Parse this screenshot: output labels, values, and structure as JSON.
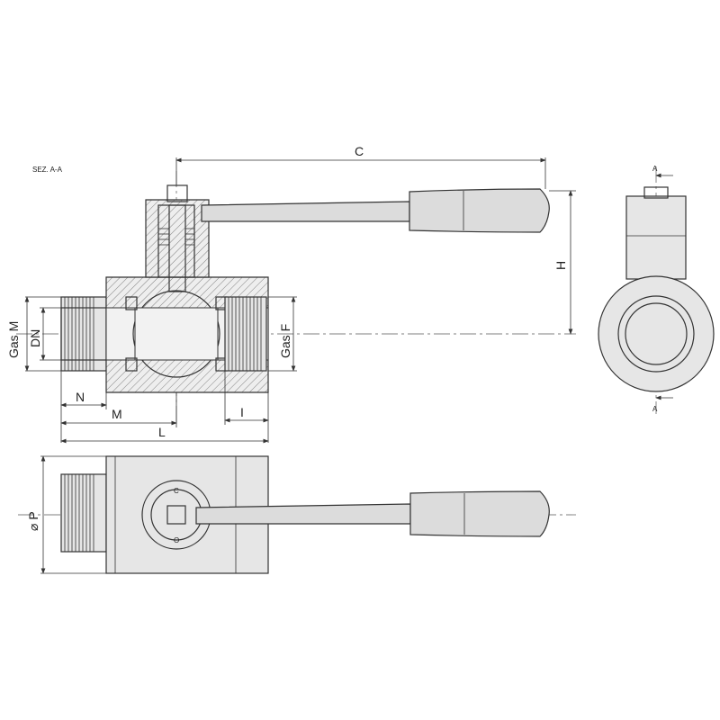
{
  "section_title": "SEZ. A-A",
  "section_marker": "A",
  "dimensions": {
    "C": "C",
    "H": "H",
    "gas_m": "Gas M",
    "dn": "DN",
    "gas_f": "Gas F",
    "n": "N",
    "m": "M",
    "i": "I",
    "l": "L",
    "diameter_p": "⌀ P"
  },
  "handle_marks": {
    "open": "O",
    "closed": "C"
  }
}
